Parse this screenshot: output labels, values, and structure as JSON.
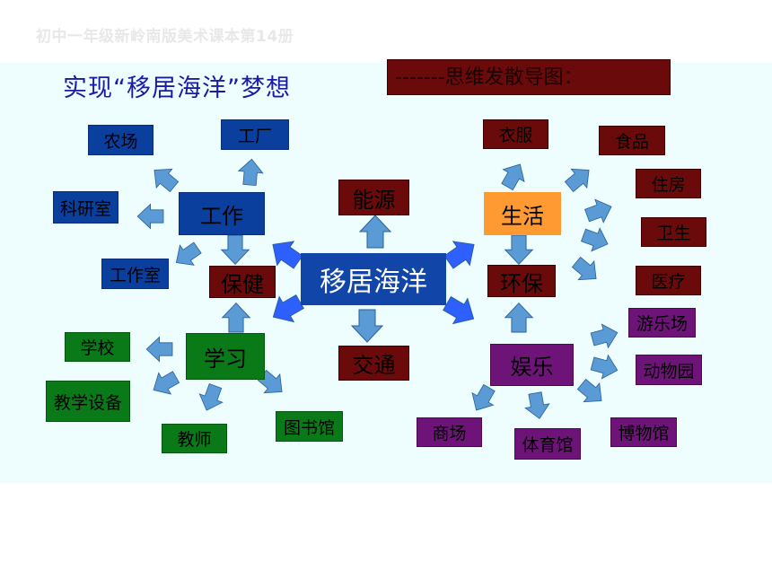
{
  "watermark": "初中一年级新岭南版美术课本第14册",
  "title": "实现“移居海洋”梦想",
  "subtitle": "-------思维发散导图：",
  "center": "移居海洋",
  "nodes": {
    "work": "工作",
    "farm": "农场",
    "factory": "工厂",
    "lab": "科研室",
    "studio": "工作室",
    "health": "保健",
    "energy": "能源",
    "transport": "交通",
    "study": "学习",
    "school": "学校",
    "equipment": "教学设备",
    "teacher": "教师",
    "library": "图书馆",
    "life": "生活",
    "clothes": "衣服",
    "food": "食品",
    "housing": "住房",
    "hygiene": "卫生",
    "medical": "医疗",
    "env": "环保",
    "fun": "娱乐",
    "mall": "商场",
    "gym": "体育馆",
    "museum": "博物馆",
    "park": "游乐场",
    "zoo": "动物园"
  },
  "colors": {
    "arrow_fill": "#5a9bd5",
    "arrow_hub": "#2e5fff",
    "panel": "#eefefe"
  }
}
